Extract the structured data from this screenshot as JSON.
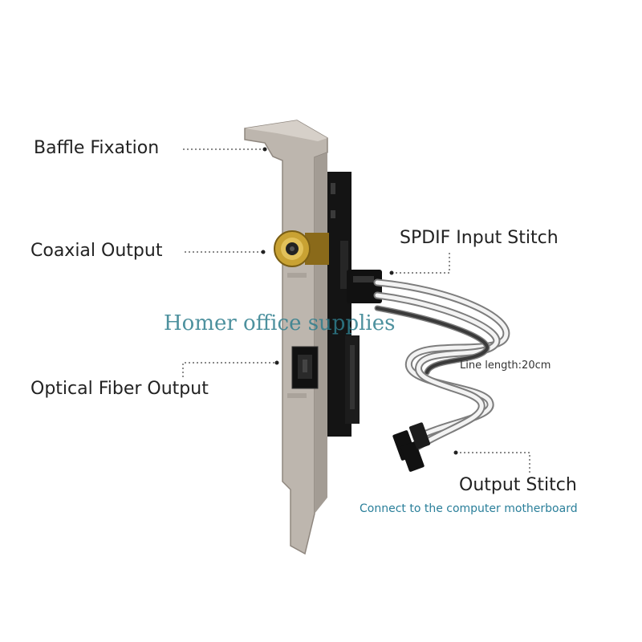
{
  "labels": {
    "baffle": "Baffle Fixation",
    "coaxial": "Coaxial Output",
    "optical": "Optical Fiber Output",
    "spdif": "SPDIF Input Stitch",
    "line_length": "Line length:20cm",
    "output": "Output Stitch",
    "output_sub": "Connect to the computer motherboard"
  },
  "watermark": "Homer office supplies",
  "colors": {
    "bracket": "#bdb6ae",
    "pcb": "#151515",
    "gold": "#c9a233",
    "wire_white": "#f2f2f2",
    "wire_grey": "#8a8a8a",
    "accent_text": "#2a7f9a"
  }
}
